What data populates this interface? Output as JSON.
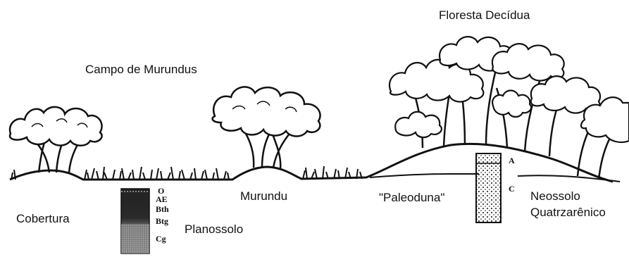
{
  "labels": {
    "campo": "Campo de Murundus",
    "floresta": "Floresta Decídua",
    "cobertura": "Cobertura",
    "murundu": "Murundu",
    "paleoduna": "\"Paleoduna\"",
    "planossolo": "Planossolo",
    "neossolo_line1": "Neossolo",
    "neossolo_line2": "Quatrzarênico"
  },
  "planossolo_horizons": [
    "O",
    "AE",
    "Bth",
    "Btg",
    "Cg"
  ],
  "neossolo_horizons": [
    "A",
    "C"
  ],
  "colors": {
    "ink": "#111111",
    "background": "#ffffff"
  }
}
